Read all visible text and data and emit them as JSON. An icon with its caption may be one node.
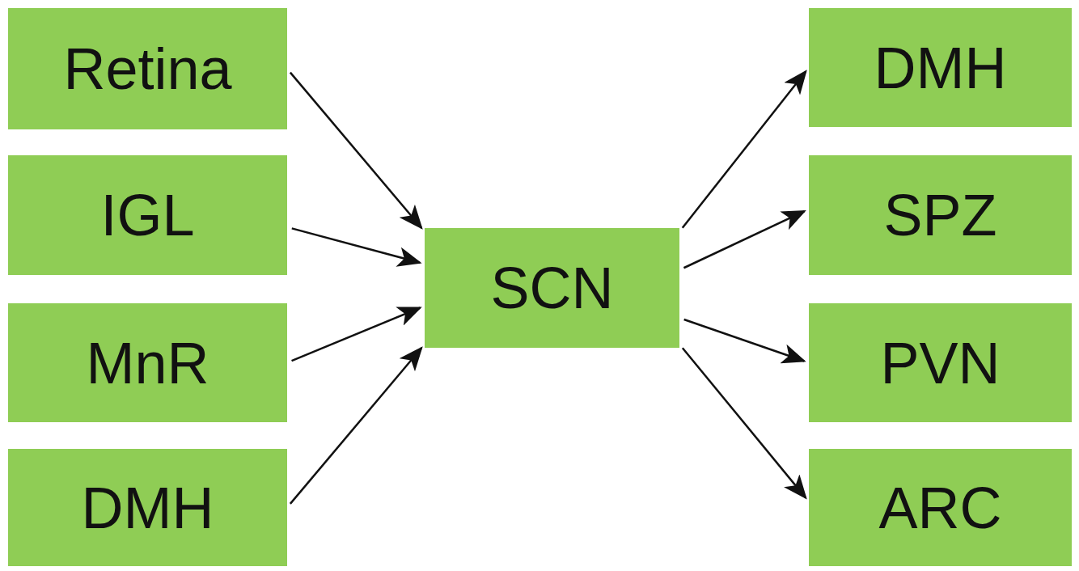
{
  "diagram": {
    "nodes": [
      {
        "text": [
          "Retina"
        ]
      },
      {
        "text": [
          "IGL"
        ]
      },
      {
        "text": [
          "MnR"
        ]
      },
      {
        "text": [
          "DMH"
        ]
      },
      {
        "text": [
          "SCN"
        ]
      },
      {
        "text": [
          "DMH"
        ]
      },
      {
        "text": [
          "SPZ"
        ]
      },
      {
        "text": [
          "PVN"
        ]
      },
      {
        "text": [
          "ARC"
        ]
      }
    ],
    "edges": [
      {
        "from": 0,
        "to": 4,
        "arrow": "to"
      },
      {
        "from": 1,
        "to": 4,
        "arrow": "to"
      },
      {
        "from": 2,
        "to": 4,
        "arrow": "to"
      },
      {
        "from": 3,
        "to": 4,
        "arrow": "to"
      },
      {
        "from": 4,
        "to": 5,
        "arrow": "to"
      },
      {
        "from": 4,
        "to": 6,
        "arrow": "to"
      },
      {
        "from": 4,
        "to": 7,
        "arrow": "to"
      },
      {
        "from": 4,
        "to": 8,
        "arrow": "to"
      }
    ]
  }
}
